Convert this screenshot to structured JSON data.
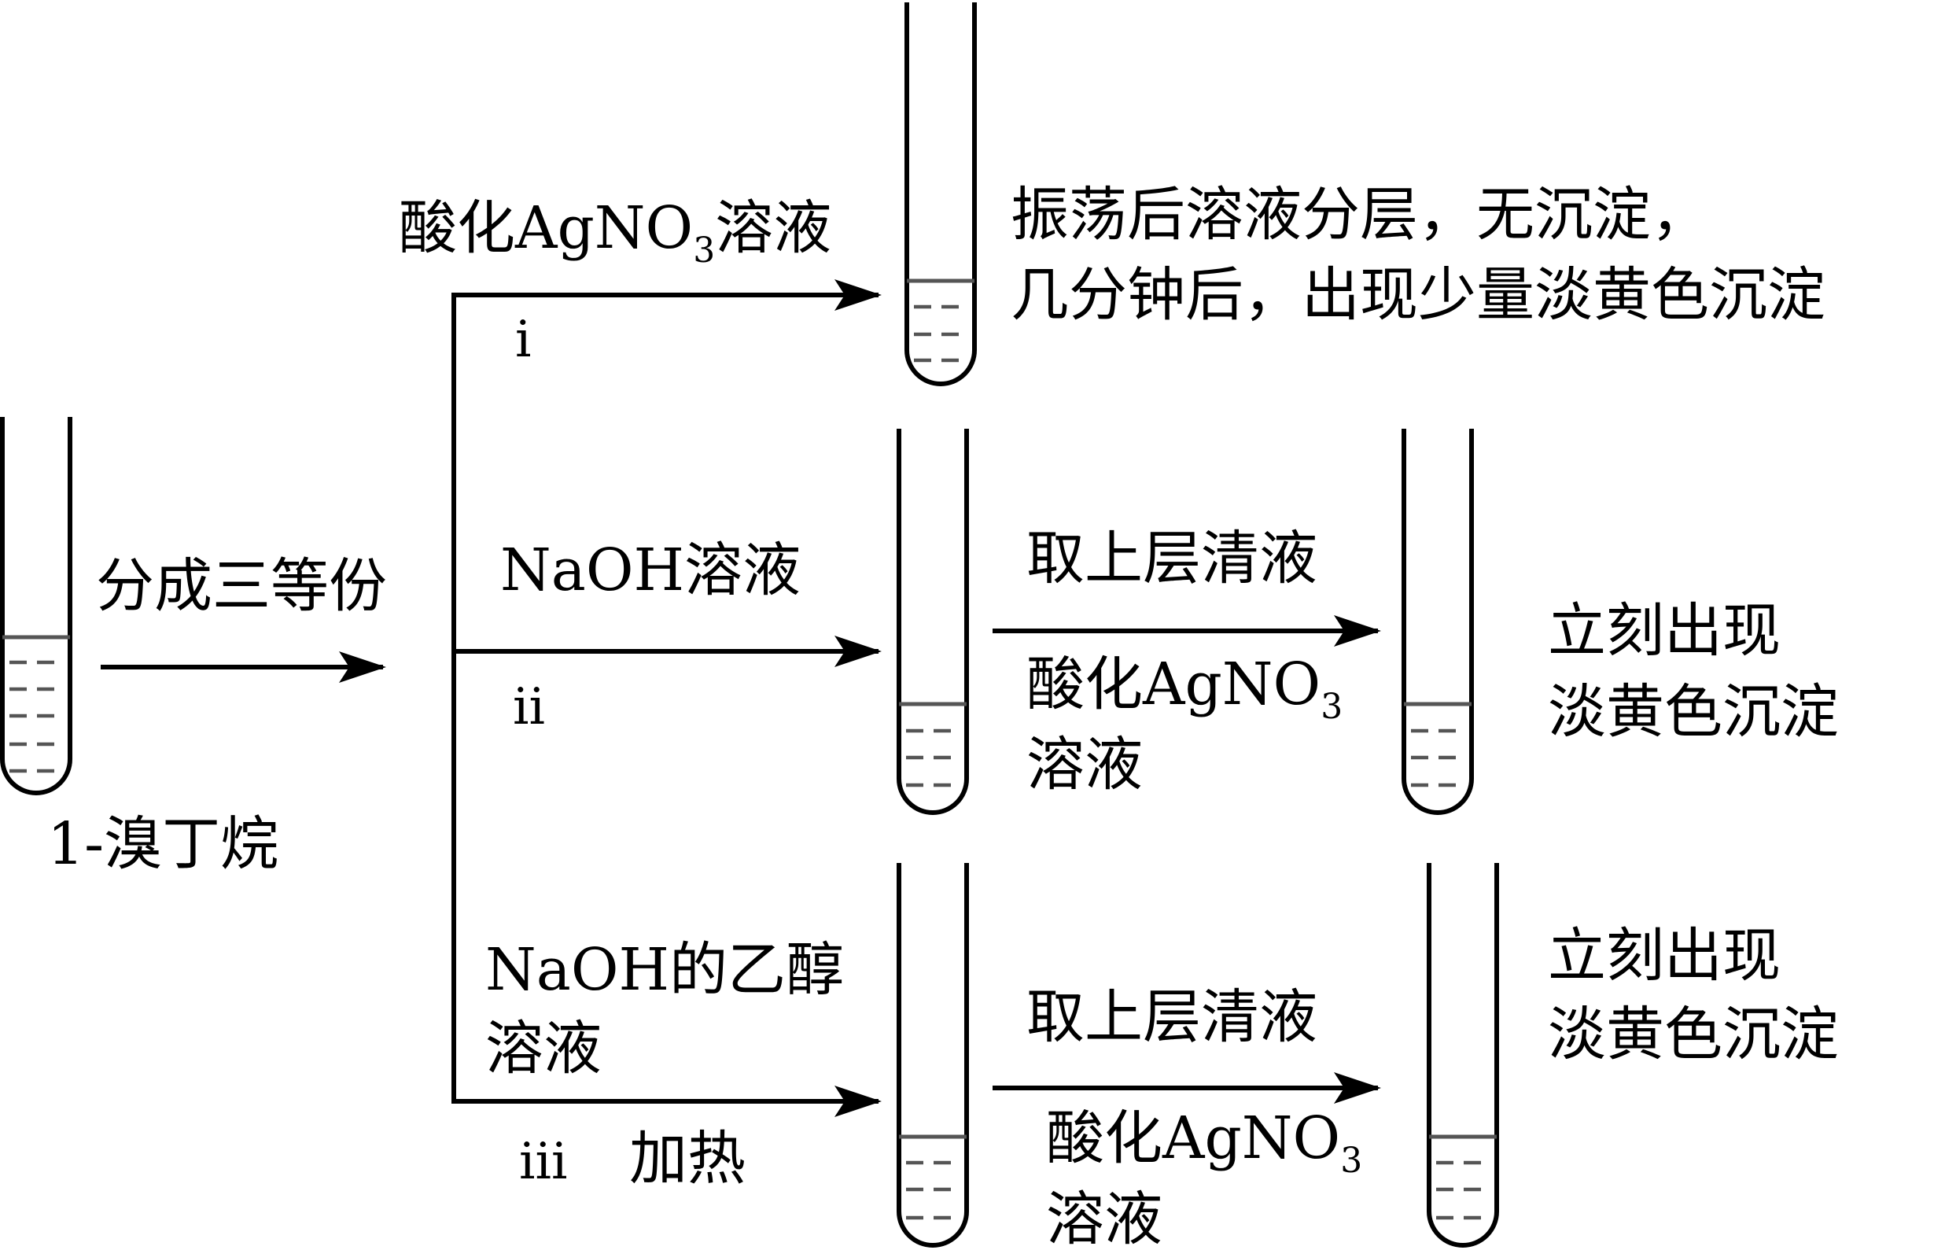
{
  "start": {
    "label": "1-溴丁烷"
  },
  "split": {
    "label": "分成三等份"
  },
  "branch_i": {
    "reagent_main": "酸化AgNO",
    "reagent_sub": "3",
    "reagent_tail": "溶液",
    "step_label": "i",
    "observation_line1": "振荡后溶液分层，无沉淀，",
    "observation_line2": "几分钟后，出现少量淡黄色沉淀"
  },
  "branch_ii": {
    "reagent": "NaOH溶液",
    "step_label": "ii",
    "transfer_top": "取上层清液",
    "transfer_bottom_main": "酸化AgNO",
    "transfer_bottom_sub": "3",
    "transfer_bottom_line2": "溶液",
    "observation_line1": "立刻出现",
    "observation_line2": "淡黄色沉淀"
  },
  "branch_iii": {
    "reagent_line1": "NaOH的乙醇",
    "reagent_line2": "溶液",
    "step_label": "iii",
    "condition": "加热",
    "transfer_top": "取上层清液",
    "transfer_bottom_main": "酸化AgNO",
    "transfer_bottom_sub": "3",
    "transfer_bottom_line2": "溶液",
    "observation_line1": "立刻出现",
    "observation_line2": "淡黄色沉淀"
  }
}
